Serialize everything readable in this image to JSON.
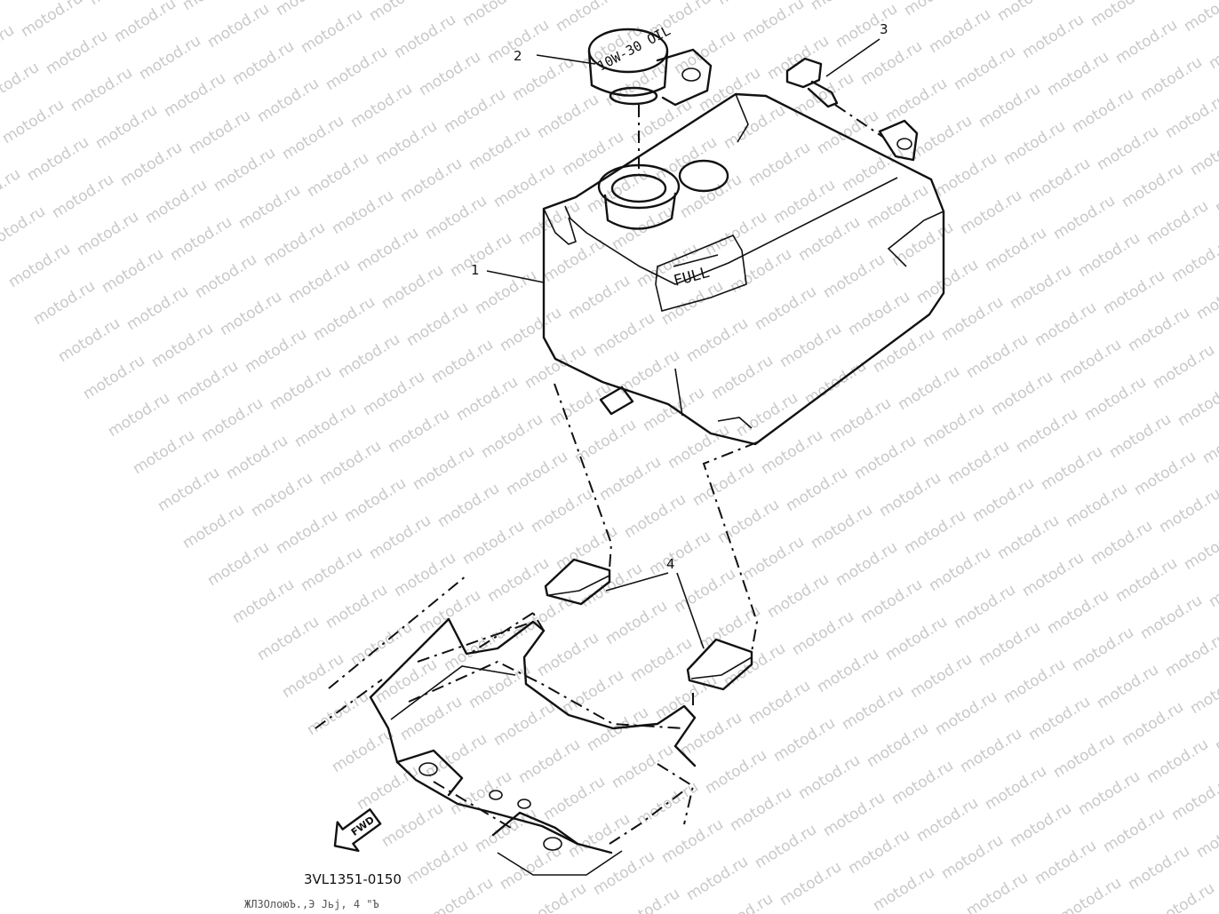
{
  "watermark": {
    "text": "motod.ru"
  },
  "callouts": {
    "tank": "1",
    "cap": "2",
    "bolt": "3",
    "damper": "4"
  },
  "cap": {
    "text": "10W-30 OIL"
  },
  "tank": {
    "level_mark": "FULL"
  },
  "fwd": {
    "label": "FWD"
  },
  "drawing_code": "3VL1351-0150",
  "footer_noise": "ЖЛЗОлоюЪ.,Э Jьj, 4 \"Ъ"
}
